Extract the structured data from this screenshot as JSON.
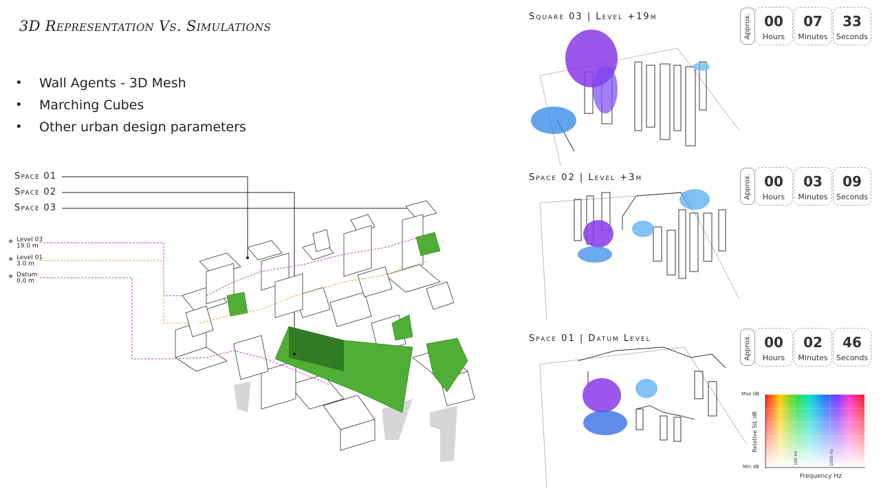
{
  "title": "3D Representation Vs. Simulations",
  "bullets": [
    "Wall Agents - 3D Mesh",
    "Marching Cubes",
    "Other urban design parameters"
  ],
  "space_labels": [
    "Space 01",
    "Space 02",
    "Space 03"
  ],
  "levels": [
    {
      "name": "Level 03",
      "value": "19.0 m"
    },
    {
      "name": "Level 01",
      "value": "3.0 m"
    },
    {
      "name": "Datum",
      "value": "0.0 m"
    }
  ],
  "panels": [
    {
      "title": "Square 03 | Level +19m",
      "approx": "Approx.",
      "hours": "00",
      "minutes": "07",
      "seconds": "33"
    },
    {
      "title": "Space 02 | Level +3m",
      "approx": "Approx.",
      "hours": "00",
      "minutes": "03",
      "seconds": "09"
    },
    {
      "title": "Space 01 | Datum Level",
      "approx": "Approx.",
      "hours": "00",
      "minutes": "02",
      "seconds": "46"
    }
  ],
  "units": {
    "hours": "Hours",
    "minutes": "Minutes",
    "seconds": "Seconds"
  },
  "legend": {
    "max": "Max dB",
    "min": "Min dB",
    "ylabel": "Relative SIL dB",
    "xlabel": "Frequency Hz",
    "tick1": "100 Hz",
    "tick2": "1000 Hz"
  },
  "colors": {
    "green": "#4fae35",
    "magenta": "#c03ad0",
    "orange": "#e8a125",
    "purple": "#8a38e8",
    "blue": "#3a8de6"
  }
}
